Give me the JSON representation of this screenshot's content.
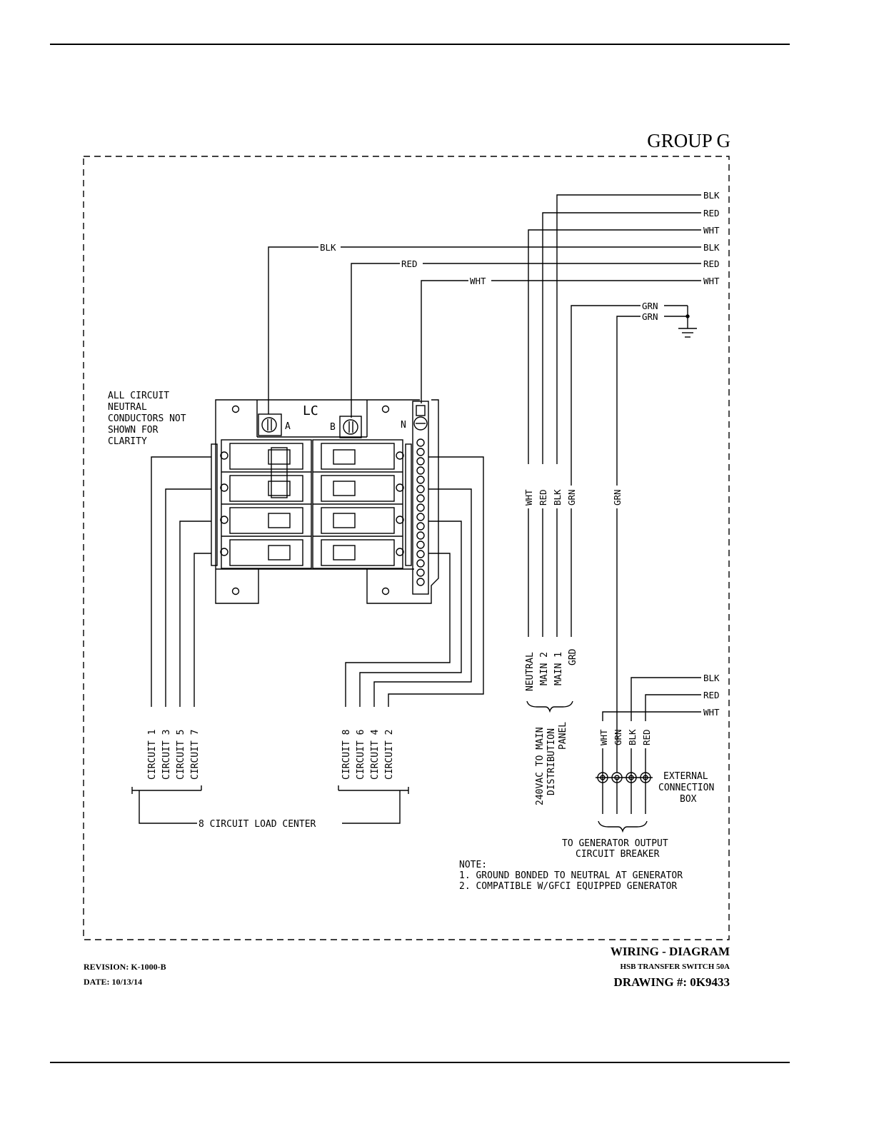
{
  "group_title": "GROUP G",
  "wire_labels": {
    "blk": "BLK",
    "red": "RED",
    "wht": "WHT",
    "grn": "GRN"
  },
  "load_center": {
    "label": "LC",
    "lug_a": "A",
    "lug_b": "B",
    "neutral": "N"
  },
  "neutral_note": [
    "ALL CIRCUIT",
    "NEUTRAL",
    "CONDUCTORS NOT",
    "SHOWN FOR",
    "CLARITY"
  ],
  "circuits_left": [
    "CIRCUIT 1",
    "CIRCUIT 3",
    "CIRCUIT 5",
    "CIRCUIT 7"
  ],
  "circuits_right": [
    "CIRCUIT 8",
    "CIRCUIT 6",
    "CIRCUIT 4",
    "CIRCUIT 2"
  ],
  "load_center_caption": "8 CIRCUIT LOAD CENTER",
  "main_panel_wires": [
    "NEUTRAL",
    "MAIN 2",
    "MAIN 1",
    "GRD"
  ],
  "main_panel_caption": [
    "240VAC TO MAIN",
    "DISTRIBUTION",
    "PANEL"
  ],
  "external_box": [
    "EXTERNAL",
    "CONNECTION",
    "BOX"
  ],
  "generator_caption": [
    "TO GENERATOR OUTPUT",
    "CIRCUIT BREAKER"
  ],
  "notes": [
    "NOTE:",
    "1. GROUND BONDED TO NEUTRAL AT GENERATOR",
    "2. COMPATIBLE W/GFCI EQUIPPED GENERATOR"
  ],
  "footer": {
    "revision": "REVISION: K-1000-B",
    "date": "DATE: 10/13/14",
    "title": "WIRING - DIAGRAM",
    "subtitle": "HSB TRANSFER SWITCH 50A",
    "drawing": "DRAWING #: 0K9433"
  }
}
